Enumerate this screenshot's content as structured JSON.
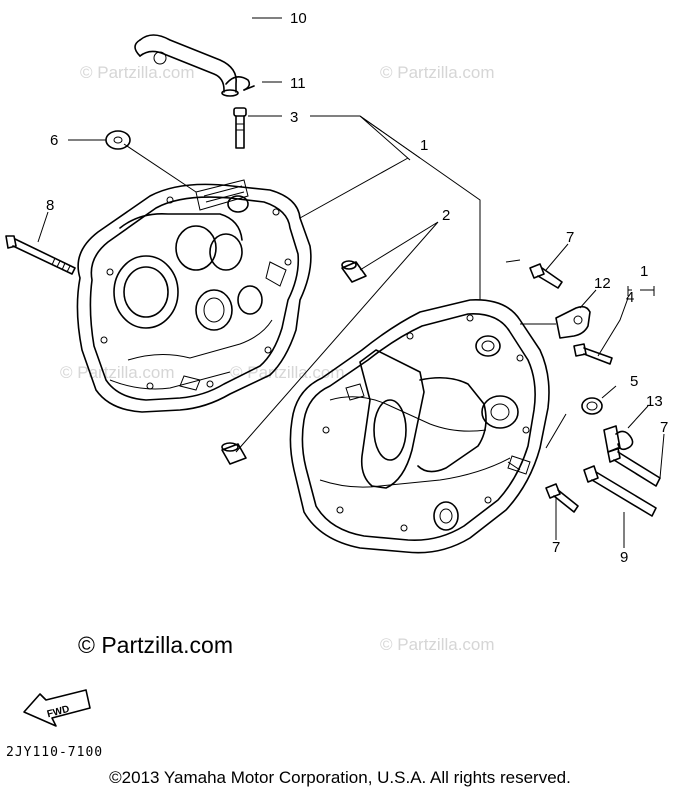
{
  "diagram": {
    "callouts": {
      "c1a": "1",
      "c1b": "1",
      "c2": "2",
      "c3": "3",
      "c4": "4",
      "c5": "5",
      "c6": "6",
      "c7a": "7",
      "c7b": "7",
      "c7c": "7",
      "c8": "8",
      "c9": "9",
      "c10": "10",
      "c11": "11",
      "c12": "12",
      "c13": "13"
    },
    "watermark": "© Partzilla.com",
    "partzilla_label": "© Partzilla.com",
    "fwd_label": "FWD",
    "code": "2JY110-7100",
    "copyright": "©2013  Yamaha Motor Corporation, U.S.A. All rights reserved."
  }
}
